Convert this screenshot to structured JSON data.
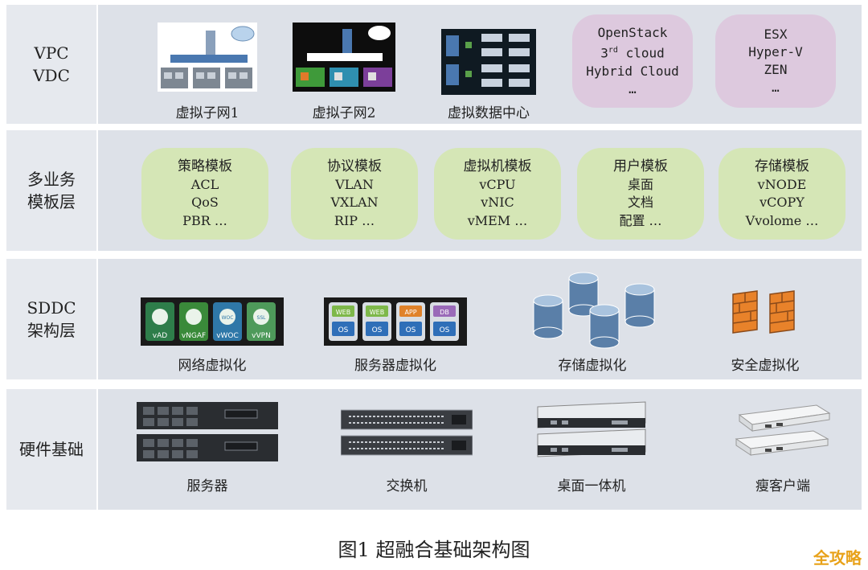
{
  "vpc": {
    "label_lines": [
      "VPC",
      "VDC"
    ],
    "items": [
      {
        "caption": "虚拟子网1",
        "icon": "virtual-subnet-diagram"
      },
      {
        "caption": "虚拟子网2",
        "icon": "virtual-subnet-diagram"
      },
      {
        "caption": "虚拟数据中心",
        "icon": "virtual-datacenter-diagram"
      }
    ],
    "clouds": [
      {
        "lines": [
          "OpenStack",
          "3rd cloud",
          "Hybrid Cloud",
          "…"
        ]
      },
      {
        "lines": [
          "ESX",
          "Hyper-V",
          "ZEN",
          "…"
        ]
      }
    ],
    "colors": {
      "bubble": "#ddc9de"
    }
  },
  "template": {
    "label_lines": [
      "多业务",
      "模板层"
    ],
    "items": [
      {
        "title": "策略模板",
        "lines": [
          "ACL",
          "QoS",
          "PBR …"
        ]
      },
      {
        "title": "协议模板",
        "lines": [
          "VLAN",
          "VXLAN",
          "RIP …"
        ]
      },
      {
        "title": "虚拟机模板",
        "lines": [
          "vCPU",
          "vNIC",
          "vMEM …"
        ]
      },
      {
        "title": "用户模板",
        "lines": [
          "桌面",
          "文档",
          "配置 …"
        ]
      },
      {
        "title": "存储模板",
        "lines": [
          "vNODE",
          "vCOPY",
          "Vvolome …"
        ]
      }
    ],
    "colors": {
      "bubble": "#d5e6b6"
    }
  },
  "sddc": {
    "label_lines": [
      "SDDC",
      "架构层"
    ],
    "items": [
      {
        "caption": "网络虚拟化",
        "icon": "network-virtualization",
        "tiles": [
          "vAD",
          "vNGAF",
          "vWOC",
          "vVPN"
        ]
      },
      {
        "caption": "服务器虚拟化",
        "icon": "server-virtualization",
        "tiles": [
          {
            "top": "WEB",
            "bottom": "OS"
          },
          {
            "top": "WEB",
            "bottom": "OS"
          },
          {
            "top": "APP",
            "bottom": "OS"
          },
          {
            "top": "DB",
            "bottom": "OS"
          }
        ]
      },
      {
        "caption": "存储虚拟化",
        "icon": "database-cylinders"
      },
      {
        "caption": "安全虚拟化",
        "icon": "firewall"
      }
    ],
    "tile_labels_small": [
      "SSL",
      "WOC"
    ]
  },
  "hardware": {
    "label_lines": [
      "硬件基础"
    ],
    "items": [
      {
        "caption": "服务器",
        "icon": "rack-server"
      },
      {
        "caption": "交换机",
        "icon": "network-switch"
      },
      {
        "caption": "桌面一体机",
        "icon": "desktop-appliance"
      },
      {
        "caption": "瘦客户端",
        "icon": "thin-client"
      }
    ]
  },
  "figure_caption": "图1  超融合基础架构图",
  "watermark": "全攻略",
  "colors": {
    "label_bg": "#e6e9ee",
    "body_bg": "#dde1e8",
    "accent_orange": "#e8a21a"
  }
}
